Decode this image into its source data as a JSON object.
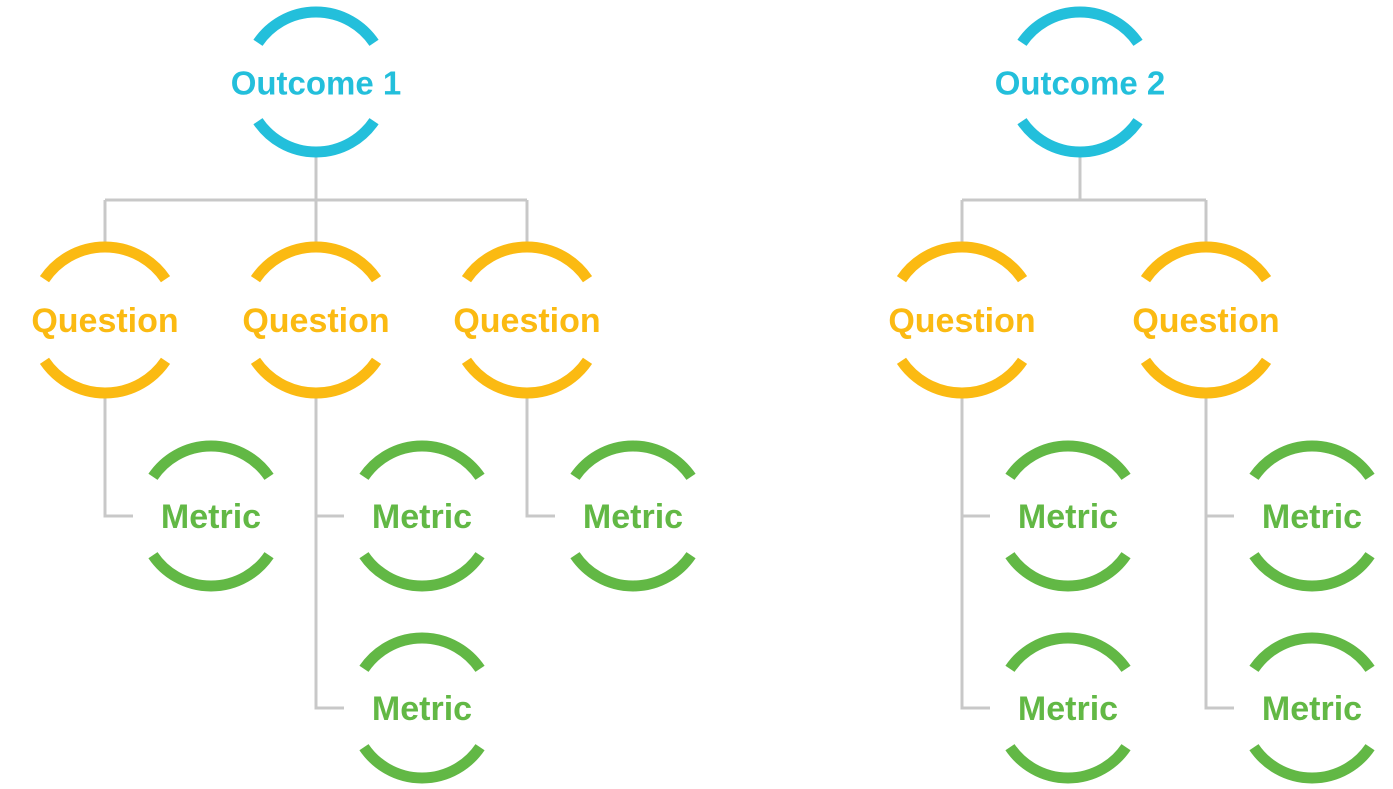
{
  "colors": {
    "outcome": "#23bfdb",
    "question": "#fbba12",
    "metric": "#62b845",
    "connector": "#c8c8c8"
  },
  "trees": [
    {
      "outcome": "Outcome 1",
      "questions": [
        {
          "label": "Question",
          "metrics": [
            "Metric"
          ]
        },
        {
          "label": "Question",
          "metrics": [
            "Metric",
            "Metric"
          ]
        },
        {
          "label": "Question",
          "metrics": [
            "Metric"
          ]
        }
      ]
    },
    {
      "outcome": "Outcome 2",
      "questions": [
        {
          "label": "Question",
          "metrics": [
            "Metric",
            "Metric"
          ]
        },
        {
          "label": "Question",
          "metrics": [
            "Metric",
            "Metric"
          ]
        }
      ]
    }
  ]
}
